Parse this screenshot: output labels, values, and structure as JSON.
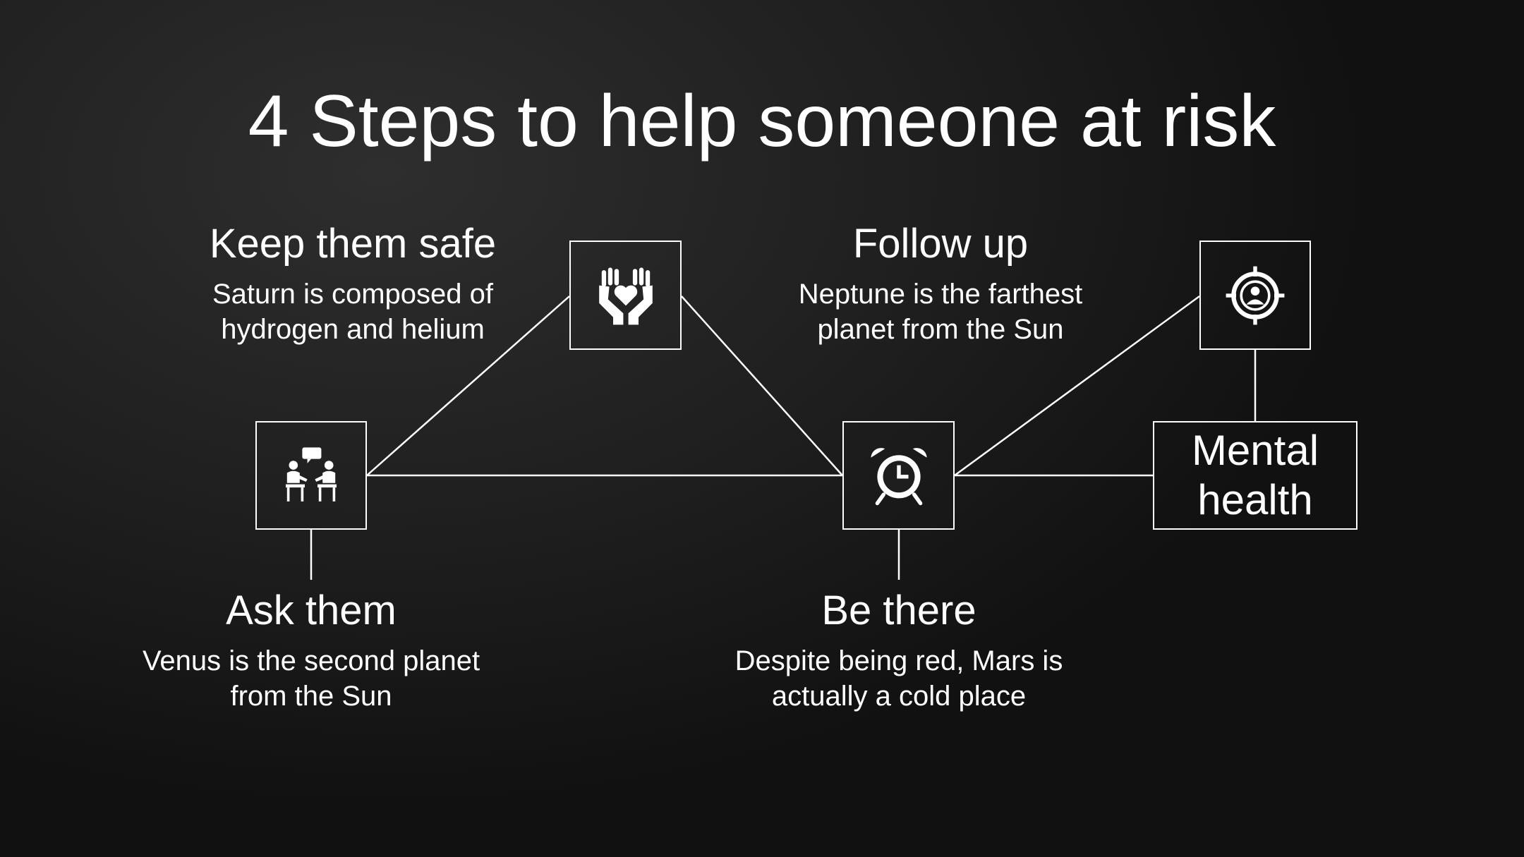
{
  "title": "4 Steps to help someone at risk",
  "center": {
    "line1": "Mental",
    "line2": "health"
  },
  "steps": [
    {
      "heading": "Ask them",
      "desc_line1": "Venus is the second planet",
      "desc_line2": "from the Sun",
      "icon": "conversation-icon"
    },
    {
      "heading": "Keep them safe",
      "desc_line1": "Saturn is composed of",
      "desc_line2": "hydrogen and helium",
      "icon": "hands-heart-icon"
    },
    {
      "heading": "Be there",
      "desc_line1": "Despite being red, Mars is",
      "desc_line2": "actually a cold place",
      "icon": "alarm-clock-icon"
    },
    {
      "heading": "Follow up",
      "desc_line1": "Neptune is the farthest",
      "desc_line2": "planet from the Sun",
      "icon": "person-target-icon"
    }
  ],
  "colors": {
    "foreground": "#ffffff",
    "background": "#1f1f1f"
  }
}
